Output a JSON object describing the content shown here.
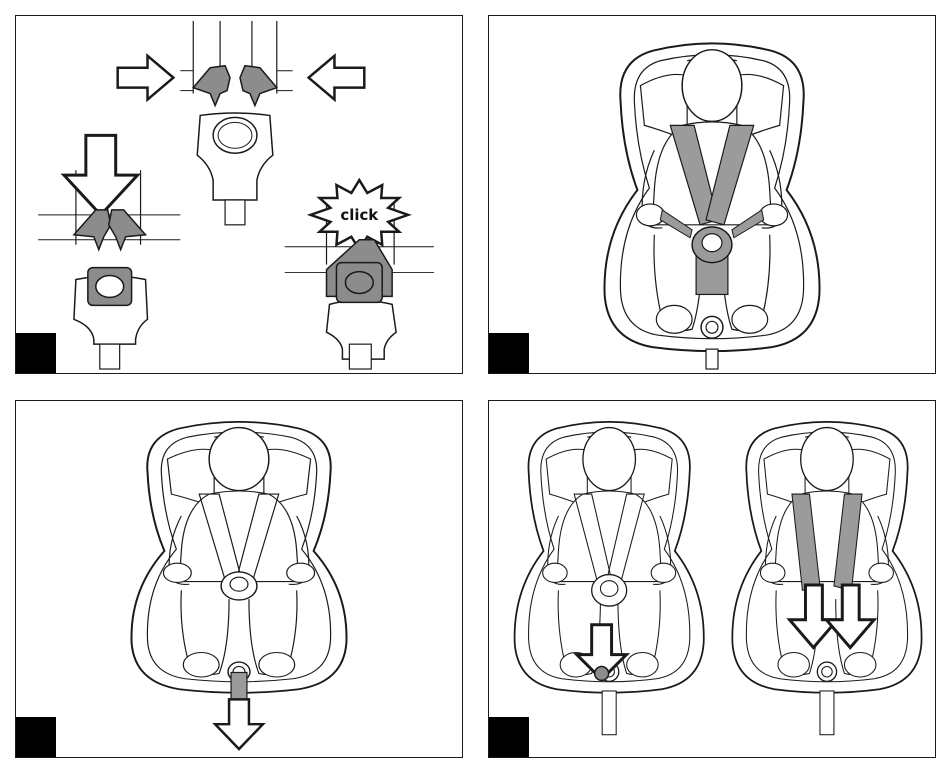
{
  "panels": [
    {
      "id": "p1",
      "content": "buckle-tongues-insertion"
    },
    {
      "id": "p2",
      "content": "child-harness-buckled"
    },
    {
      "id": "p3",
      "content": "pull-adjuster-strap"
    },
    {
      "id": "p4",
      "content": "release-and-pull-shoulder-straps"
    }
  ],
  "labels": {
    "click": "click"
  },
  "colors": {
    "line": "#1a1a1a",
    "strap_fill": "#9b9b9b",
    "buckle_fill": "#8c8c8c",
    "badge": "#000000"
  }
}
